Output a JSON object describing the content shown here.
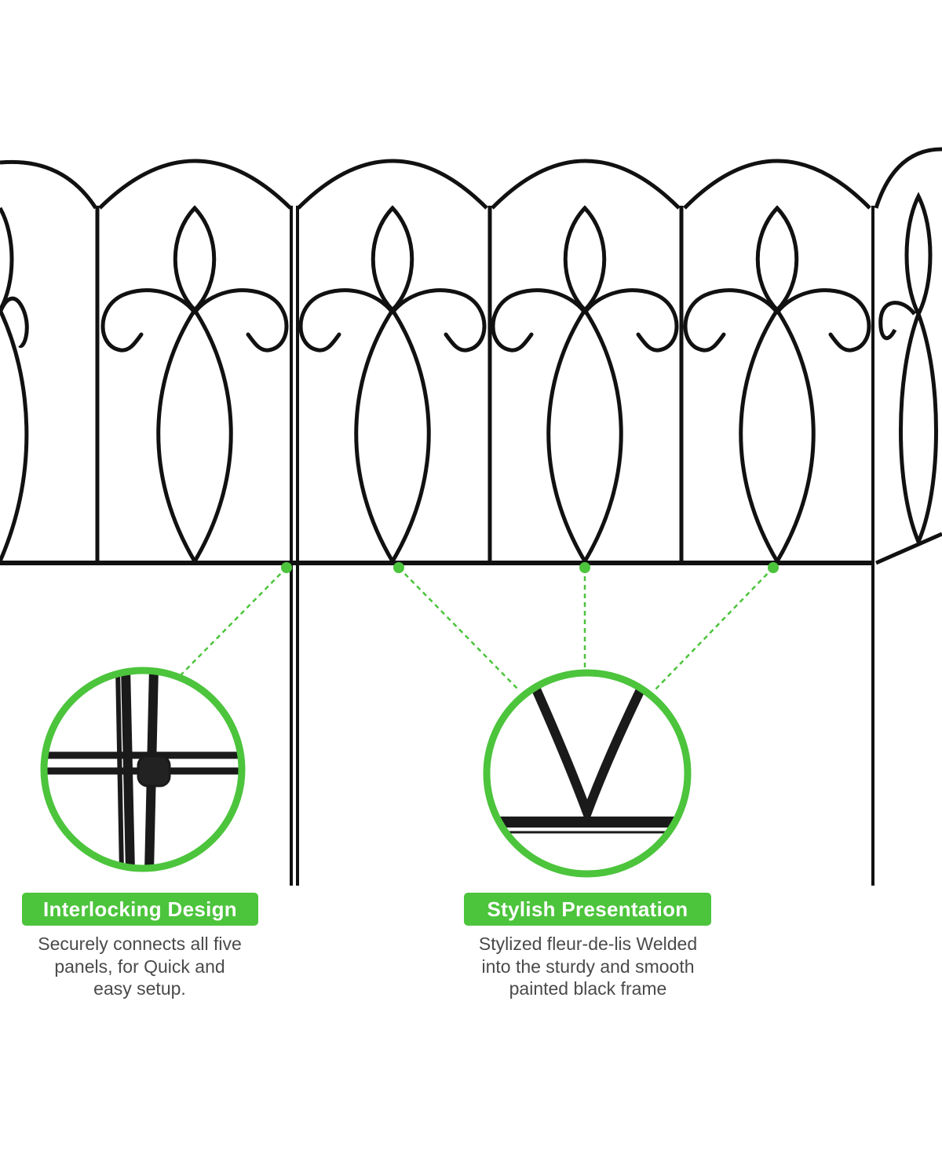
{
  "colors": {
    "accent": "#4cc43c",
    "metal": "#111111",
    "text": "#4a4a4a"
  },
  "features": [
    {
      "title": "Interlocking Design",
      "description": "Securely connects all five\npanels, for Quick and\neasy setup.",
      "icon": "interlock-detail-icon"
    },
    {
      "title": "Stylish Presentation",
      "description": "Stylized fleur-de-lis Welded\ninto the sturdy and smooth\npainted black frame",
      "icon": "weld-detail-icon"
    }
  ]
}
